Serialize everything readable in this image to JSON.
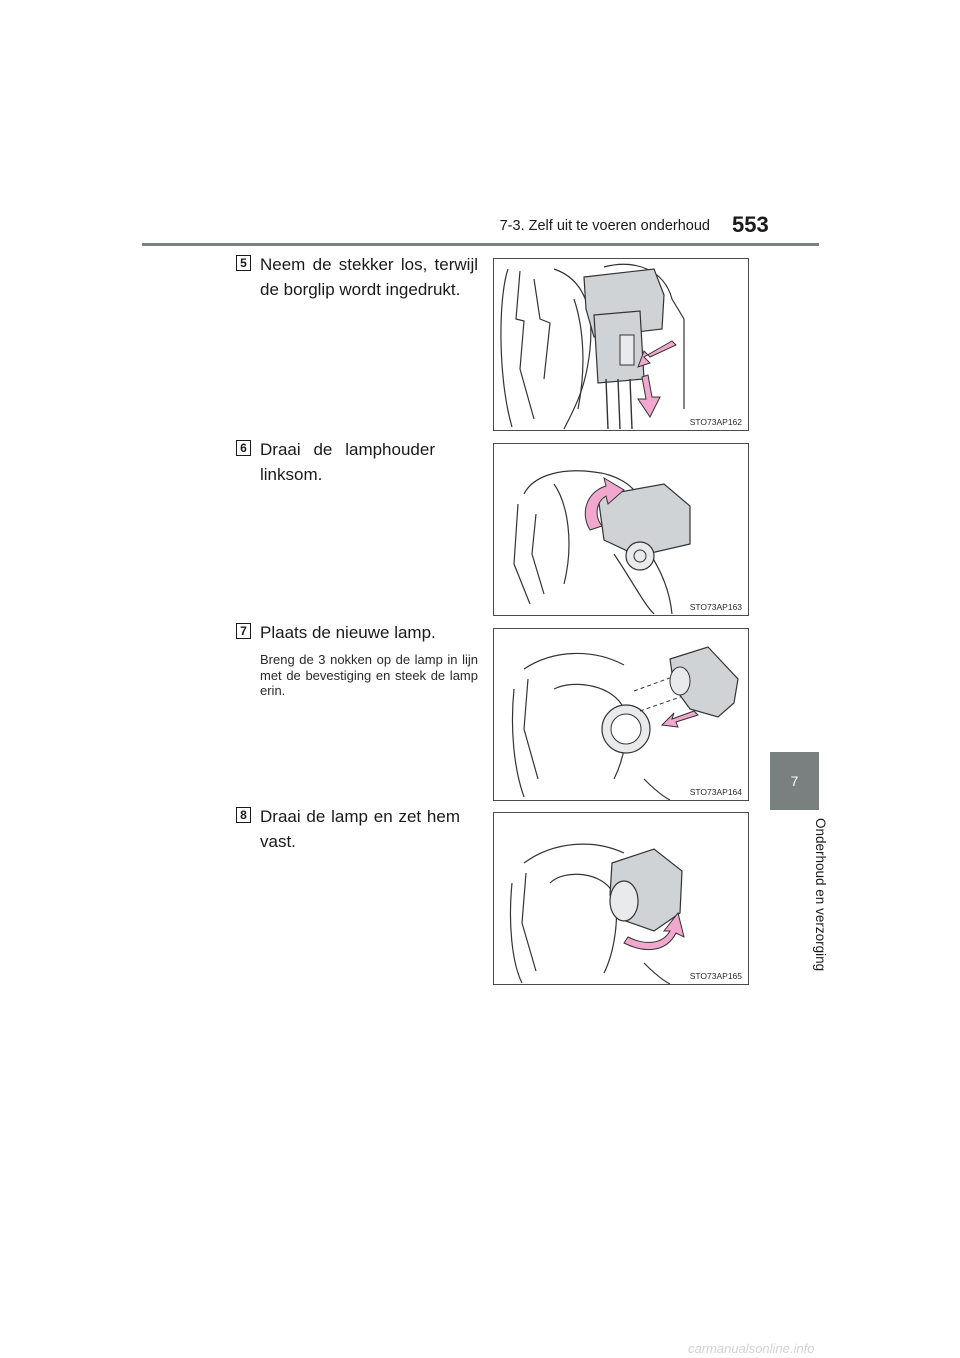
{
  "header": {
    "section": "7-3. Zelf uit te voeren onderhoud",
    "page_number": "553"
  },
  "sidebar": {
    "chapter_number": "7",
    "chapter_title": "Onderhoud en verzorging"
  },
  "steps": [
    {
      "number": "5",
      "text": "Neem de stekker los, terwijl de borglip wordt ingedrukt.",
      "note": "",
      "figure_code": "STO73AP162"
    },
    {
      "number": "6",
      "text": "Draai de lamphouder linksom.",
      "note": "",
      "figure_code": "STO73AP163"
    },
    {
      "number": "7",
      "text": "Plaats de nieuwe lamp.",
      "note": "Breng de 3 nokken op de lamp in lijn met de bevestiging en steek de lamp erin.",
      "figure_code": "STO73AP164"
    },
    {
      "number": "8",
      "text": "Draai de lamp en zet hem vast.",
      "note": "",
      "figure_code": "STO73AP165"
    }
  ],
  "footer": {
    "watermark": "carmanualsonline.info"
  },
  "colors": {
    "accent_gray": "#7a7f80",
    "arrow_pink": "#f2a7cf",
    "part_gray": "#cfd3d6"
  }
}
